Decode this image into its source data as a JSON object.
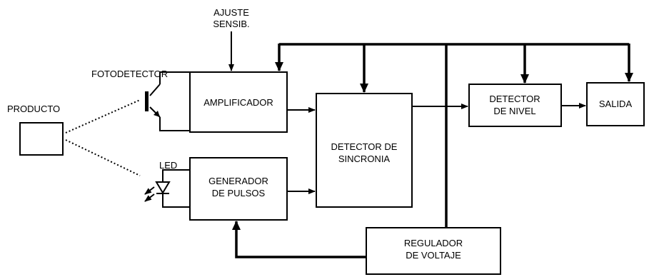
{
  "labels": {
    "product": "PRODUCTO",
    "photodetector": "FOTODETECTOR",
    "adjust_line1": "AJUSTE",
    "adjust_line2": "SENSIB.",
    "led": "LED"
  },
  "blocks": {
    "amplifier": "AMPLIFICADOR",
    "pulse_gen_line1": "GENERADOR",
    "pulse_gen_line2": "DE PULSOS",
    "sync_line1": "DETECTOR DE",
    "sync_line2": "SINCRONIA",
    "level_line1": "DETECTOR",
    "level_line2": "DE NIVEL",
    "output": "SALIDA",
    "regulator_line1": "REGULADOR",
    "regulator_line2": "DE VOLTAJE"
  }
}
